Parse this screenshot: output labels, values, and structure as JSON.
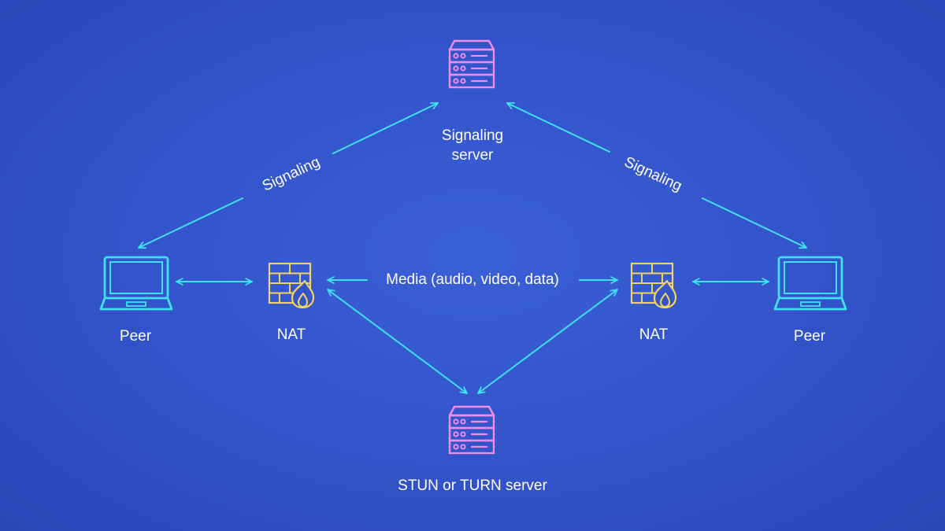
{
  "colors": {
    "background": "#3354cb",
    "arrow": "#3fe0f0",
    "laptop": "#3fe0f0",
    "server": "#f08de8",
    "firewall": "#f2d35e",
    "text": "#ffffff"
  },
  "nodes": {
    "signaling_server": {
      "line1": "Signaling",
      "line2": "server",
      "icon": "server-icon"
    },
    "stun_turn_server": {
      "label": "STUN or TURN server",
      "icon": "server-icon"
    },
    "peer_left": {
      "label": "Peer",
      "icon": "laptop-icon"
    },
    "peer_right": {
      "label": "Peer",
      "icon": "laptop-icon"
    },
    "nat_left": {
      "label": "NAT",
      "icon": "firewall-icon"
    },
    "nat_right": {
      "label": "NAT",
      "icon": "firewall-icon"
    }
  },
  "edges": {
    "signaling_left": "Signaling",
    "signaling_right": "Signaling",
    "media": "Media (audio, video, data)"
  }
}
